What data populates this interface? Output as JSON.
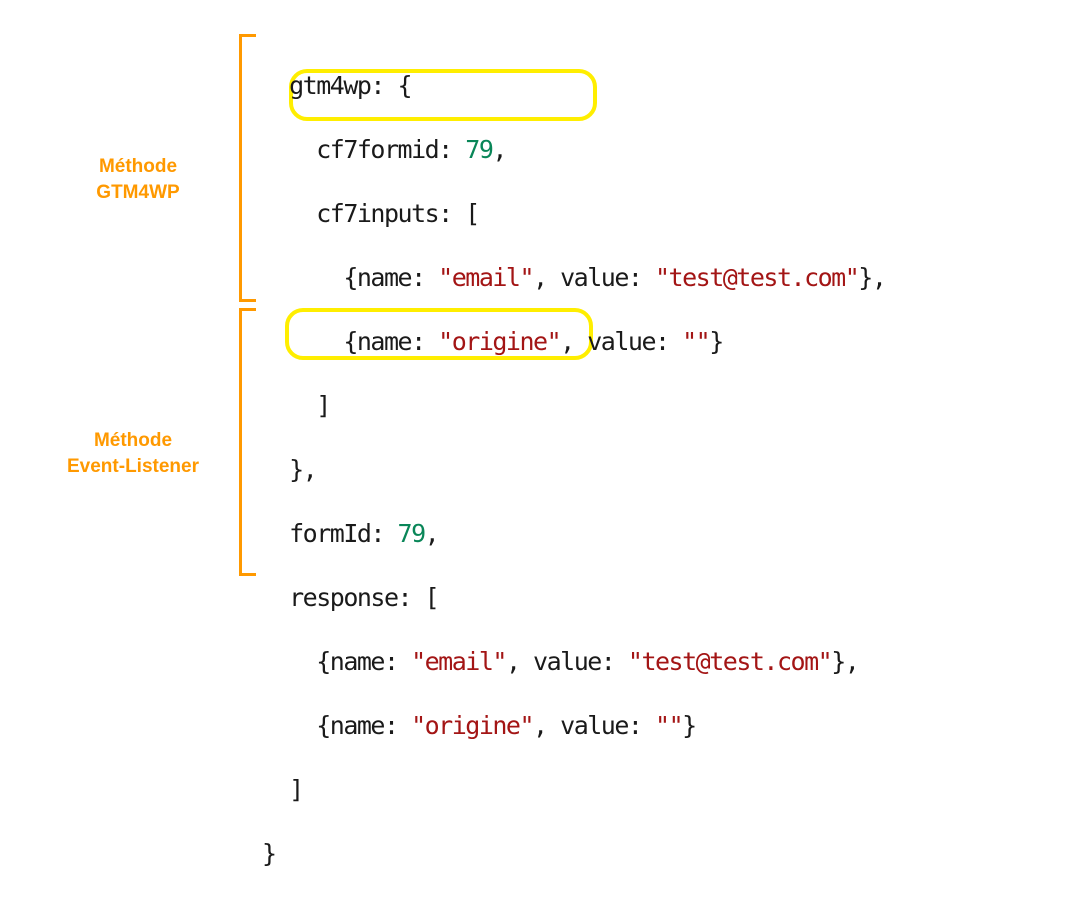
{
  "labels": {
    "gtm4wp": {
      "line1": "Méthode",
      "line2": "GTM4WP"
    },
    "event_listener": {
      "line1": "Méthode",
      "line2": "Event-Listener"
    }
  },
  "code": {
    "l1": "gtm4wp: {",
    "l2_key": "cf7formid: ",
    "l2_val": "79",
    "l2_end": ",",
    "l3": "cf7inputs: [",
    "l4_a": "{name: ",
    "l4_s1": "\"email\"",
    "l4_b": ", value: ",
    "l4_s2": "\"test@test.com\"",
    "l4_c": "},",
    "l5_a": "{name: ",
    "l5_s1": "\"origine\"",
    "l5_b": ", value: ",
    "l5_s2": "\"\"",
    "l5_c": "}",
    "l6": "]",
    "l7": "},",
    "l8_key": "formId: ",
    "l8_val": "79",
    "l8_end": ",",
    "l9": "response: [",
    "l10_a": "{name: ",
    "l10_s1": "\"email\"",
    "l10_b": ", value: ",
    "l10_s2": "\"test@test.com\"",
    "l10_c": "},",
    "l11_a": "{name: ",
    "l11_s1": "\"origine\"",
    "l11_b": ", value: ",
    "l11_s2": "\"\"",
    "l11_c": "}",
    "l12": "]",
    "l13": "}"
  },
  "colors": {
    "bracket": "#ff9900",
    "highlight": "#ffee00",
    "string": "#a31515",
    "number": "#098658"
  }
}
